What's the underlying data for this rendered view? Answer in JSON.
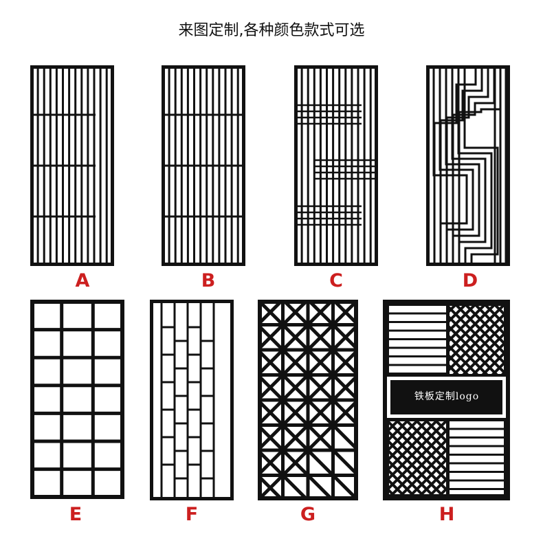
{
  "title": "来图定制,各种颜色款式可选",
  "colors": {
    "frame": "#111111",
    "letter": "#cc1f1f",
    "background": "#ffffff"
  },
  "panels": [
    {
      "id": "A",
      "label": "A",
      "pattern": "vertical-bars-with-partial-horizontal-rails"
    },
    {
      "id": "B",
      "label": "B",
      "pattern": "vertical-bars-with-full-horizontal-rails"
    },
    {
      "id": "C",
      "label": "C",
      "pattern": "vertical-bars-with-stacked-short-rails"
    },
    {
      "id": "D",
      "label": "D",
      "pattern": "stepped-vertical-lines"
    },
    {
      "id": "E",
      "label": "E",
      "pattern": "3-by-7-grid"
    },
    {
      "id": "F",
      "label": "F",
      "pattern": "staggered-vertical-bricks"
    },
    {
      "id": "G",
      "label": "G",
      "pattern": "diagonal-lattice"
    },
    {
      "id": "H",
      "label": "H",
      "pattern": "quadrants-stripes-and-mesh",
      "logo_text": "铁板定制logo"
    }
  ]
}
